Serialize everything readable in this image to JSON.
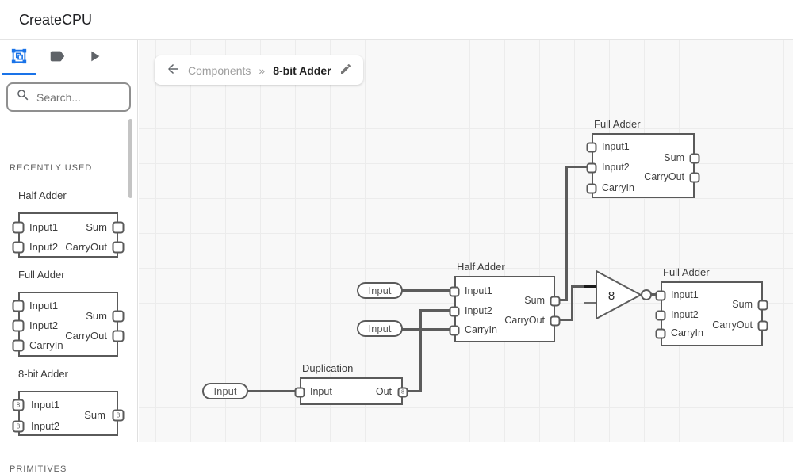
{
  "header": {
    "title": "CreateCPU"
  },
  "sidebar": {
    "tabs": [
      {
        "name": "components",
        "active": true
      },
      {
        "name": "tags",
        "active": false
      },
      {
        "name": "run",
        "active": false
      }
    ],
    "search": {
      "placeholder": "Search..."
    },
    "sections": {
      "recent": "RECENTLY USED",
      "primitives": "PRIMITIVES"
    },
    "previews": [
      {
        "title": "Half Adder",
        "ports_left": [
          "Input1",
          "Input2"
        ],
        "ports_right": [
          "Sum",
          "CarryOut"
        ]
      },
      {
        "title": "Full Adder",
        "ports_left": [
          "Input1",
          "Input2",
          "CarryIn"
        ],
        "ports_right": [
          "Sum",
          "CarryOut"
        ]
      },
      {
        "title": "8-bit Adder",
        "ports_left": [
          "Input1",
          "Input2"
        ],
        "ports_right": [
          "Sum"
        ],
        "bit": "8"
      }
    ]
  },
  "breadcrumb": {
    "parent": "Components",
    "separator": "»",
    "current": "8-bit Adder"
  },
  "canvas": {
    "pills": [
      "Input",
      "Input",
      "Input"
    ],
    "full_adder_top": {
      "title": "Full Adder",
      "ports_left": [
        "Input1",
        "Input2",
        "CarryIn"
      ],
      "ports_right": [
        "Sum",
        "CarryOut"
      ]
    },
    "half_adder": {
      "title": "Half Adder",
      "ports_left": [
        "Input1",
        "Input2",
        "CarryIn"
      ],
      "ports_right": [
        "Sum",
        "CarryOut"
      ]
    },
    "full_adder_right": {
      "title": "Full Adder",
      "ports_left": [
        "Input1",
        "Input2",
        "CarryIn"
      ],
      "ports_right": [
        "Sum",
        "CarryOut"
      ]
    },
    "duplication": {
      "title": "Duplication",
      "ports_left": [
        "Input"
      ],
      "ports_right": [
        "Out"
      ],
      "bit": "8"
    },
    "inverter": {
      "bits": "8"
    }
  },
  "colors": {
    "accent": "#1a73e8",
    "wire": "#5c5c5c",
    "grid": "#ececec",
    "canvas_bg": "#f8f8f8",
    "icon_gray": "#5f6368"
  }
}
